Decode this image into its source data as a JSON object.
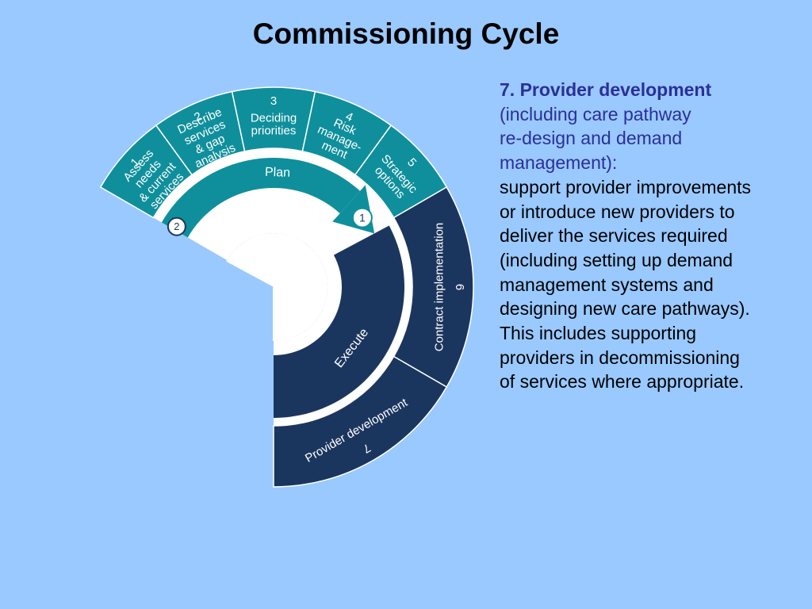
{
  "title": "Commissioning Cycle",
  "colors": {
    "background": "#99c9ff",
    "plan_teal": "#0f8f9c",
    "execute_navy": "#1b365e",
    "heading_blue": "#2b2f98"
  },
  "diagram": {
    "outer_segments": [
      {
        "number": "1",
        "lines": [
          "Assess",
          "needs",
          "& current",
          "services"
        ],
        "phase": "plan"
      },
      {
        "number": "2",
        "lines": [
          "Describe",
          "services",
          "& gap",
          "analysis"
        ],
        "phase": "plan"
      },
      {
        "number": "3",
        "lines": [
          "Deciding",
          "priorities"
        ],
        "phase": "plan"
      },
      {
        "number": "4",
        "lines": [
          "Risk",
          "manage-",
          "ment"
        ],
        "phase": "plan"
      },
      {
        "number": "5",
        "lines": [
          "Strategic",
          "options"
        ],
        "phase": "plan"
      },
      {
        "number": "6",
        "lines": [
          "Contract implementation"
        ],
        "phase": "execute"
      },
      {
        "number": "7",
        "lines": [
          "Provider development"
        ],
        "phase": "execute"
      }
    ],
    "inner_labels": {
      "plan": "Plan",
      "execute": "Execute"
    },
    "arrow_badges": [
      "1",
      "2"
    ]
  },
  "panel": {
    "heading": "7. Provider development",
    "subheading_lines": [
      "(including care pathway",
      "re-design and demand",
      "management):"
    ],
    "body_lines": [
      "support provider improvements",
      "or introduce new providers to",
      "deliver the services required",
      "(including setting up demand",
      "management systems and",
      "designing new care pathways).",
      "This includes supporting",
      "providers in decommissioning",
      "of services where appropriate."
    ]
  }
}
